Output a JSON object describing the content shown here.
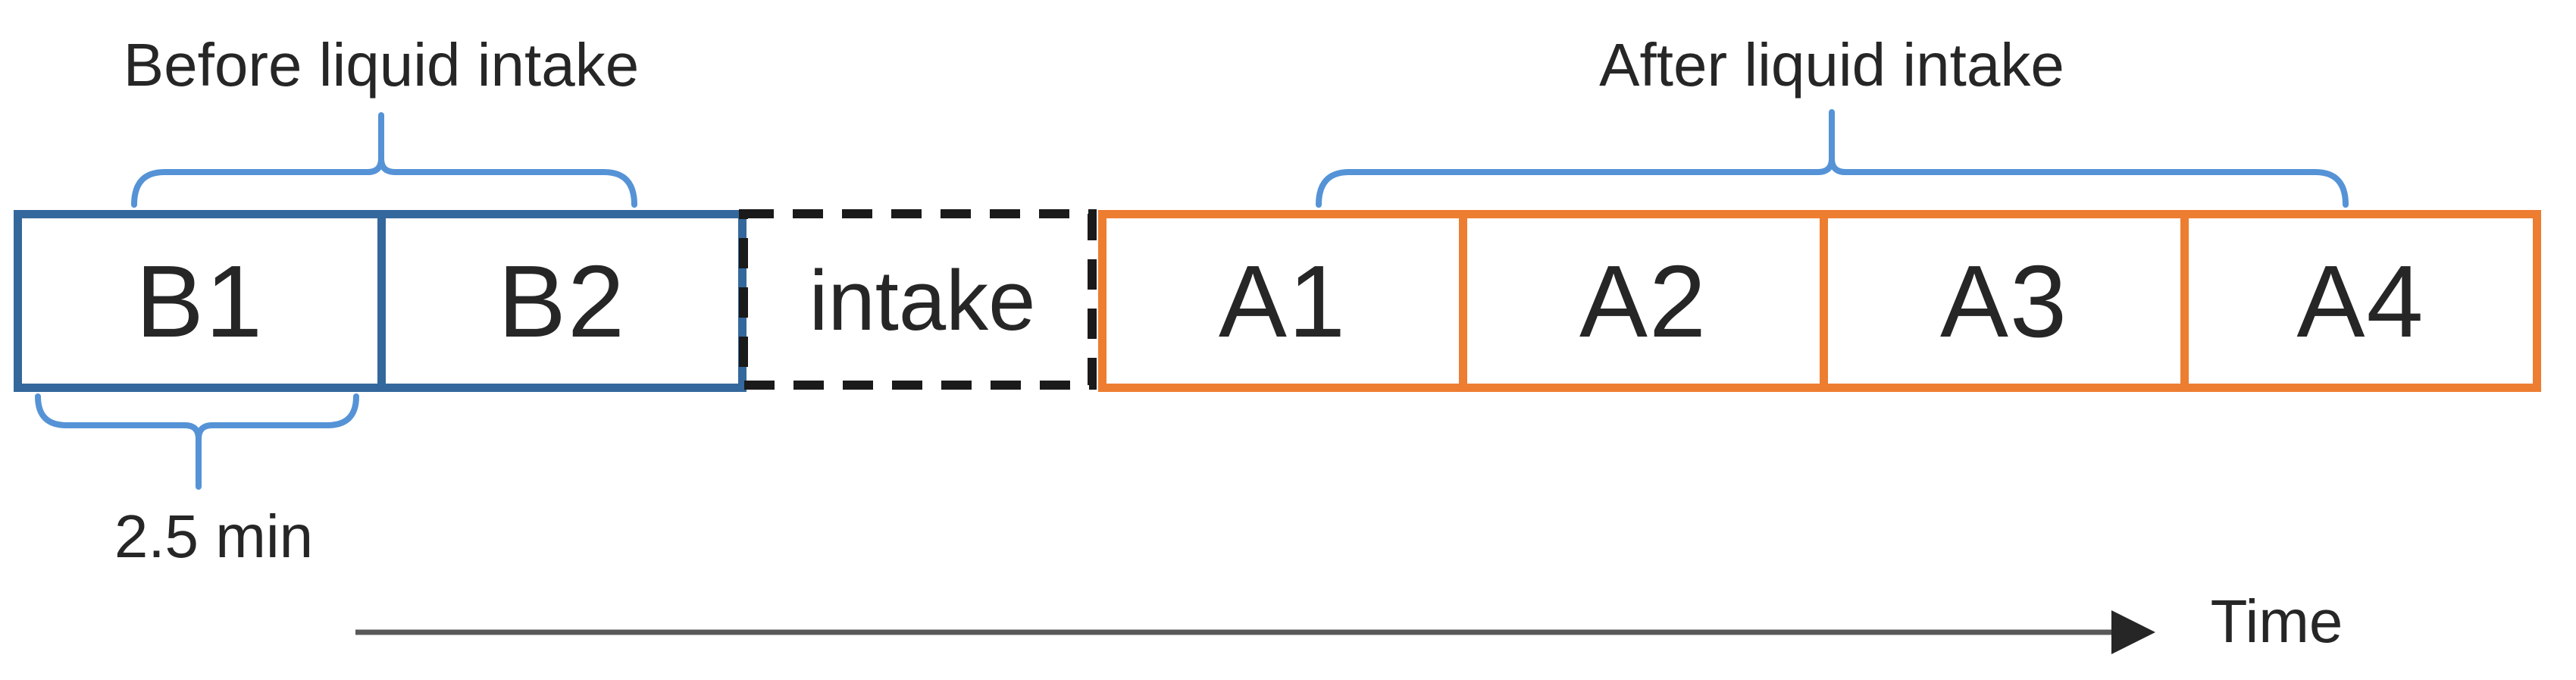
{
  "figure": {
    "phase_before": {
      "label": "Before liquid intake",
      "duration_label": "2.5 min",
      "boxes": [
        {
          "label": "B1"
        },
        {
          "label": "B2"
        }
      ]
    },
    "intake": {
      "label": "intake"
    },
    "phase_after": {
      "label": "After liquid intake",
      "boxes": [
        {
          "label": "A1"
        },
        {
          "label": "A2"
        },
        {
          "label": "A3"
        },
        {
          "label": "A4"
        }
      ]
    },
    "time_axis": {
      "label": "Time"
    }
  },
  "colors": {
    "background": "#FFFFFF",
    "before_box_border": "#34689C",
    "after_box_border": "#ED7D31",
    "intake_box_border": "#1A1A1A",
    "brace": "#5593D6",
    "arrow_line": "#595959",
    "arrow_head": "#262626",
    "text": "#262626"
  }
}
